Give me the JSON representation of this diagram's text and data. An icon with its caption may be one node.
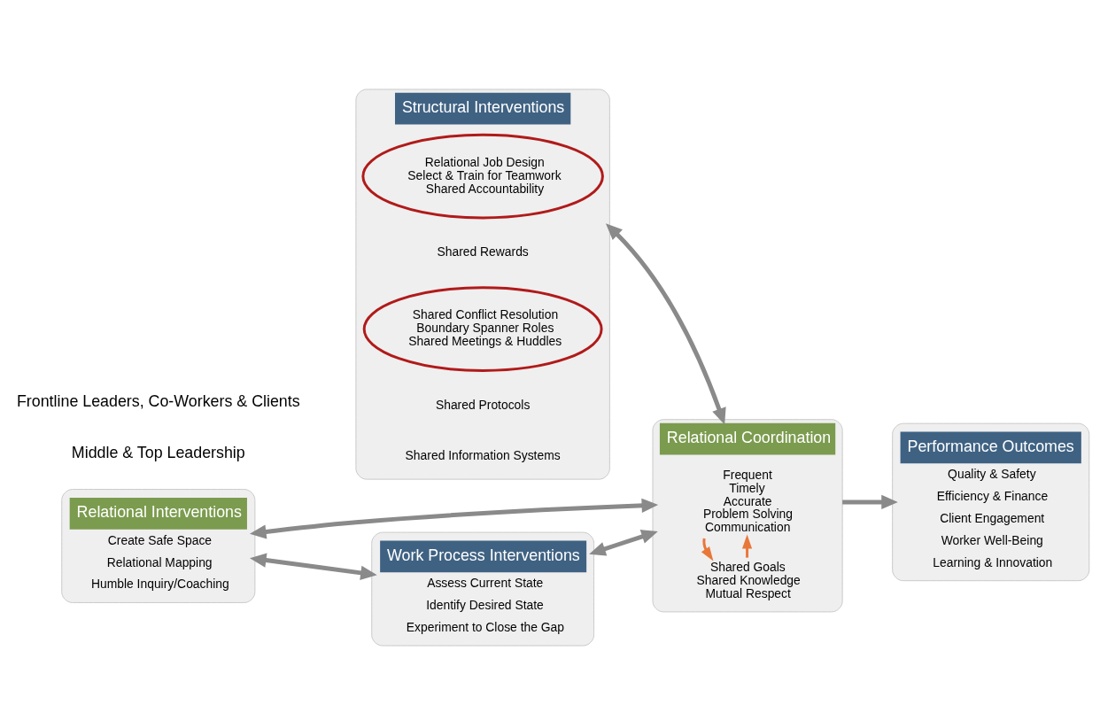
{
  "diagram": {
    "nodes": [
      {
        "text": [
          "Structural Interventions",
          "Shared Rewards",
          "Shared Protocols",
          "Shared Information Systems"
        ]
      },
      {
        "text": [
          "Relational Job Design",
          "Select & Train for Teamwork",
          "Shared Accountability"
        ],
        "in": 0
      },
      {
        "text": [
          "Shared Conflict Resolution",
          "Boundary Spanner Roles",
          "Shared Meetings & Huddles"
        ],
        "in": 0
      },
      {
        "text": [
          "Relational Coordination"
        ]
      },
      {
        "text": [
          "Frequent",
          "Timely",
          "Accurate",
          "Problem Solving",
          "Communication"
        ],
        "in": 3
      },
      {
        "text": [
          "Shared Goals",
          "Shared Knowledge",
          "Mutual Respect"
        ],
        "in": 3
      },
      {
        "text": [
          "Performance Outcomes",
          "Quality & Safety",
          "Efficiency & Finance",
          "Client Engagement",
          "Worker Well-Being",
          "Learning & Innovation"
        ]
      },
      {
        "text": [
          "Relational Interventions",
          "Create Safe Space",
          "Relational Mapping",
          "Humble Inquiry/Coaching"
        ]
      },
      {
        "text": [
          "Work Process Interventions",
          "Assess Current State",
          "Identify Desired State",
          "Experiment to Close the Gap"
        ]
      }
    ],
    "edges": [
      {
        "from": 0,
        "to": 3,
        "arrow": "both"
      },
      {
        "from": 5,
        "to": 4,
        "arrow": "to",
        "color": "#e8773a"
      },
      {
        "from": 4,
        "to": 5,
        "arrow": "to",
        "color": "#e8773a"
      },
      {
        "from": 3,
        "to": 6,
        "arrow": "to"
      },
      {
        "from": 7,
        "to": 8,
        "arrow": "both"
      },
      {
        "from": 7,
        "to": 3,
        "arrow": "both"
      },
      {
        "from": 8,
        "to": 3,
        "arrow": "both"
      }
    ],
    "labels": [
      "Middle & Top Leadership",
      "Frontline Leaders, Co-Workers & Clients"
    ]
  }
}
